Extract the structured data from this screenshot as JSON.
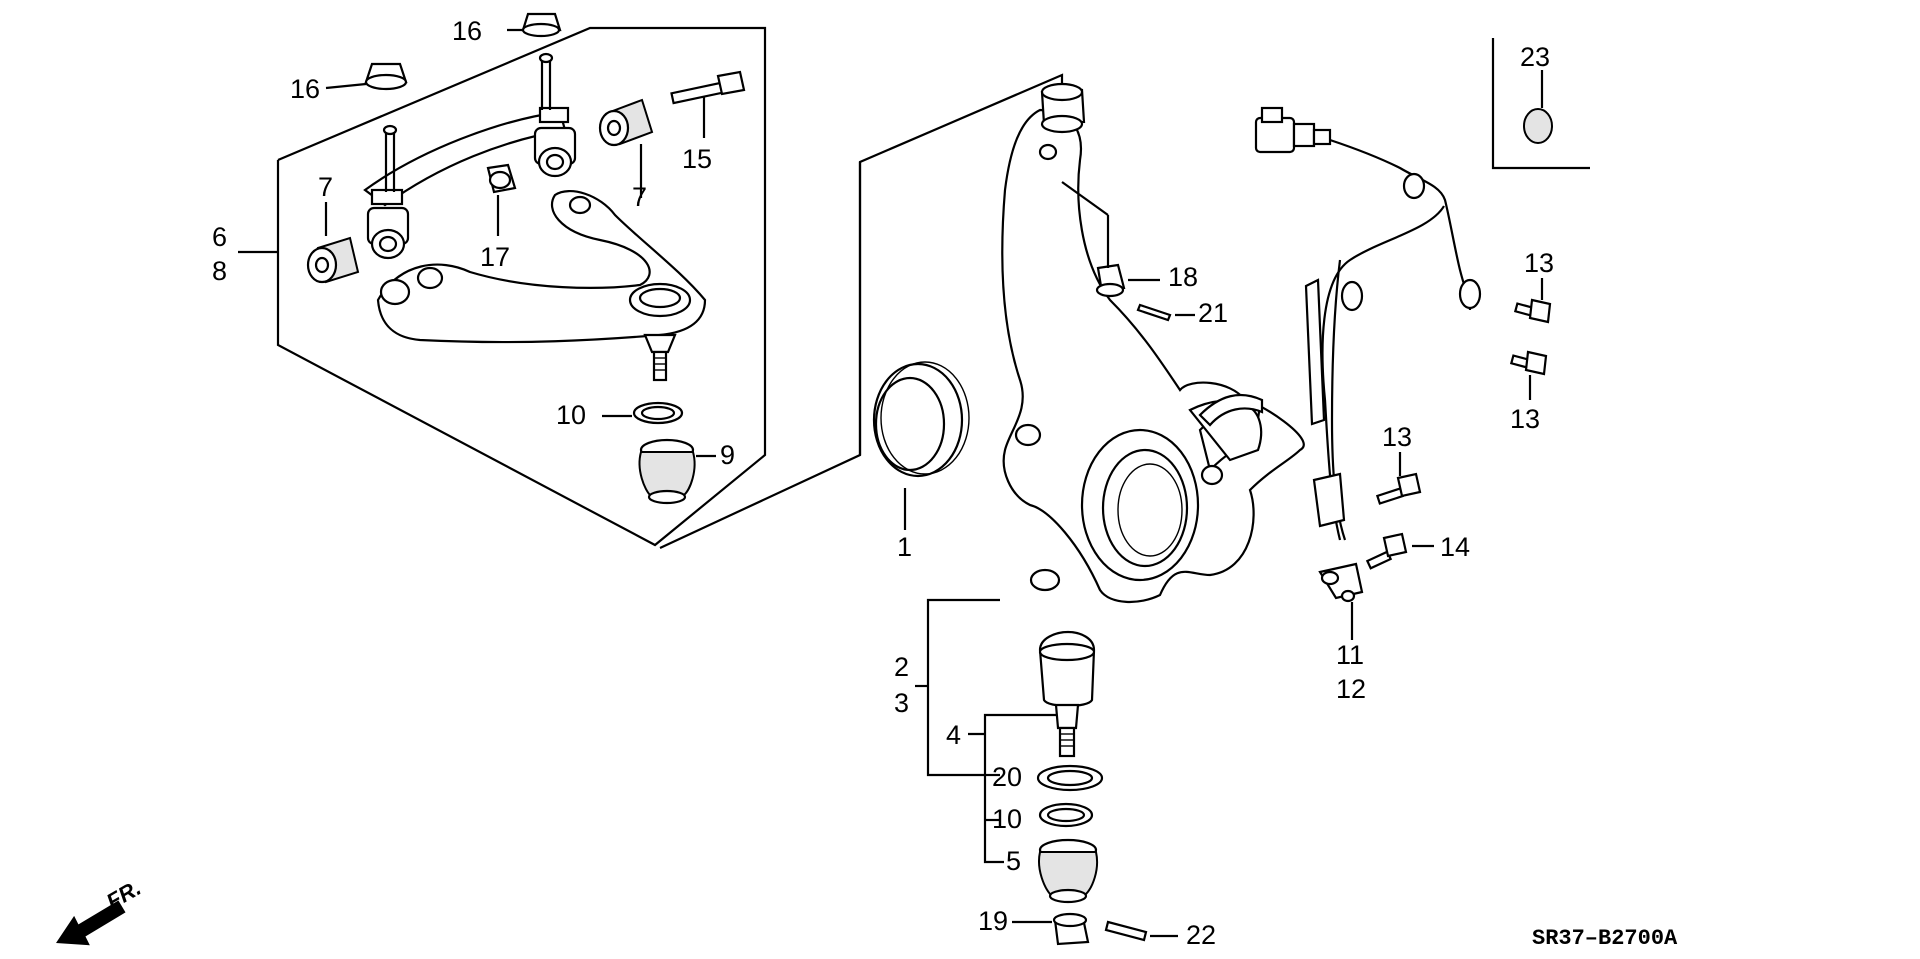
{
  "diagram_code": "SR37–B2700A",
  "direction_label": "FR.",
  "callouts": {
    "c1": "1",
    "c2": "2",
    "c3": "3",
    "c4": "4",
    "c5": "5",
    "c6": "6",
    "c7a": "7",
    "c7b": "7",
    "c8": "8",
    "c9": "9",
    "c10a": "10",
    "c10b": "10",
    "c11": "11",
    "c12": "12",
    "c13a": "13",
    "c13b": "13",
    "c13c": "13",
    "c14": "14",
    "c15": "15",
    "c16a": "16",
    "c16b": "16",
    "c17": "17",
    "c18": "18",
    "c19": "19",
    "c20": "20",
    "c21": "21",
    "c22": "22",
    "c23": "23"
  }
}
